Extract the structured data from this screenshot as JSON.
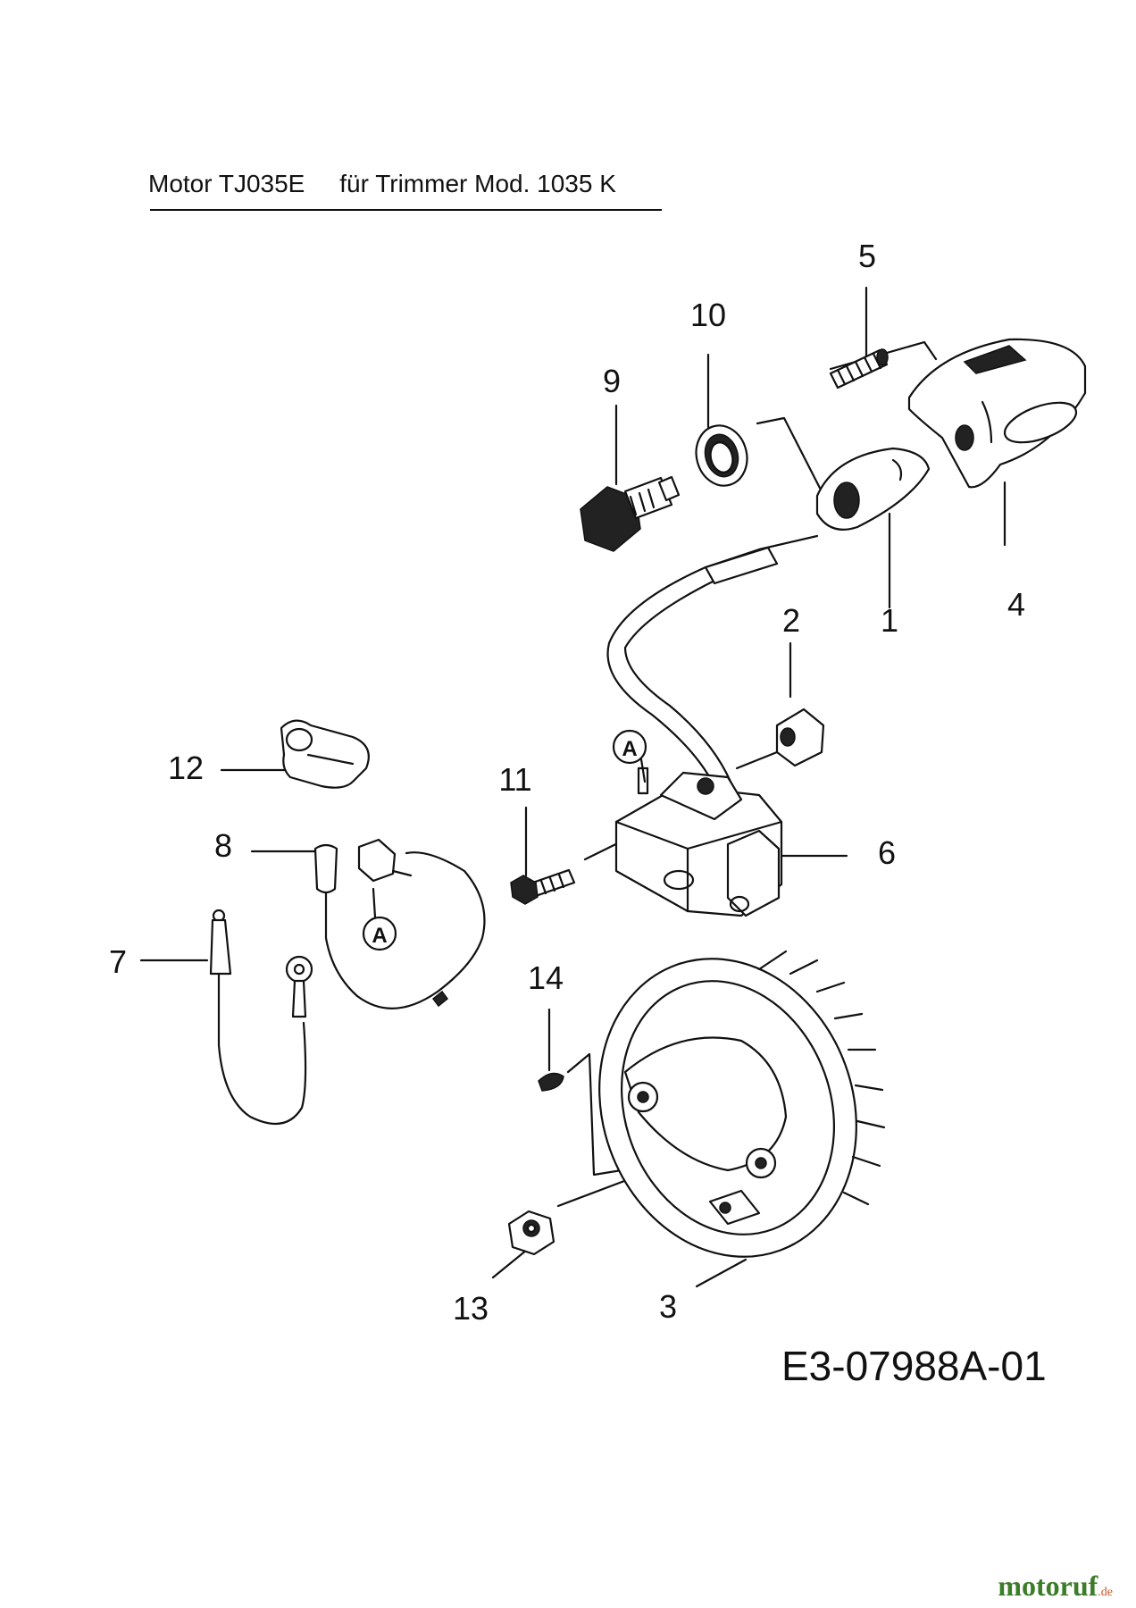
{
  "header": {
    "title": "Motor TJ035E     für Trimmer Mod. 1035 K"
  },
  "drawing_code": "E3-07988A-01",
  "connector_label": "A",
  "callouts": [
    {
      "id": "c1",
      "text": "1"
    },
    {
      "id": "c2",
      "text": "2"
    },
    {
      "id": "c3",
      "text": "3"
    },
    {
      "id": "c4",
      "text": "4"
    },
    {
      "id": "c5",
      "text": "5"
    },
    {
      "id": "c6",
      "text": "6"
    },
    {
      "id": "c7",
      "text": "7"
    },
    {
      "id": "c8",
      "text": "8"
    },
    {
      "id": "c9",
      "text": "9"
    },
    {
      "id": "c10",
      "text": "10"
    },
    {
      "id": "c11",
      "text": "11"
    },
    {
      "id": "c12",
      "text": "12"
    },
    {
      "id": "c13",
      "text": "13"
    },
    {
      "id": "c14",
      "text": "14"
    }
  ],
  "brand": {
    "name": "motoruf",
    "tld": ".de",
    "color": "#3b7d28"
  }
}
